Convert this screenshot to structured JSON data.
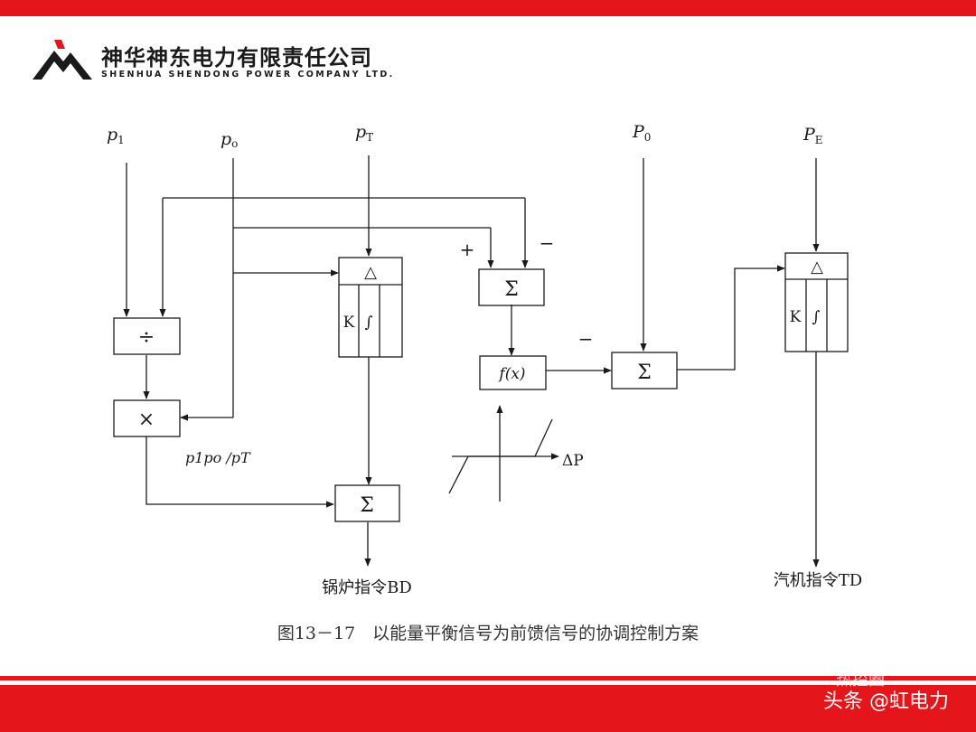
{
  "header": {
    "company_cn": "神华神东电力有限责任公司",
    "company_en": "SHENHUA SHENDONG POWER COMPANY LTD."
  },
  "inputs": {
    "p1": "p",
    "p1_sub": "1",
    "po": "p",
    "po_sub": "o",
    "pT": "p",
    "pT_sub": "T",
    "P0": "P",
    "P0_sub": "0",
    "PE": "P",
    "PE_sub": "E"
  },
  "blocks": {
    "divide": "÷",
    "multiply": "×",
    "sum": "Σ",
    "delta": "△",
    "k": "K",
    "integral": "∫",
    "fx": "f(x)"
  },
  "signs": {
    "plus": "+",
    "minus": "−"
  },
  "labels": {
    "ratio": "p1po /pT",
    "delta_p": "ΔP",
    "boiler_cmd": "锅炉指令BD",
    "turbine_cmd": "汽机指令TD"
  },
  "caption": "图13－17　以能量平衡信号为前馈信号的协调控制方案",
  "watermark": "头条 @虹电力",
  "watermark_faded": "热控圈",
  "colors": {
    "brand_red": "#e4161c",
    "line": "#1a1a1a"
  }
}
